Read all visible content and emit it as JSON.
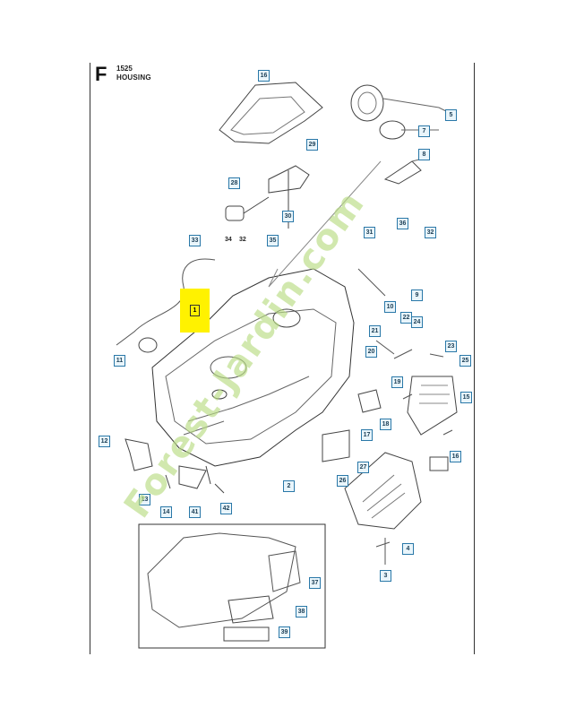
{
  "header": {
    "section_letter": "F",
    "figure_number": "1525",
    "figure_title": "HOUSING"
  },
  "highlighted_part": "1",
  "callouts": [
    "16",
    "5",
    "7",
    "8",
    "28",
    "29",
    "30",
    "33",
    "34",
    "32",
    "35",
    "36",
    "31",
    "32",
    "9",
    "10",
    "22",
    "24",
    "21",
    "20",
    "23",
    "25",
    "11",
    "19",
    "15",
    "18",
    "17",
    "12",
    "27",
    "16",
    "4",
    "13",
    "14",
    "41",
    "42",
    "26",
    "2",
    "3",
    "37",
    "38",
    "39"
  ],
  "watermark": "Forest-Jardin.com",
  "colors": {
    "callout_border": "#2a78a8",
    "highlight": "#fff200",
    "watermark": "#b9dc84"
  }
}
